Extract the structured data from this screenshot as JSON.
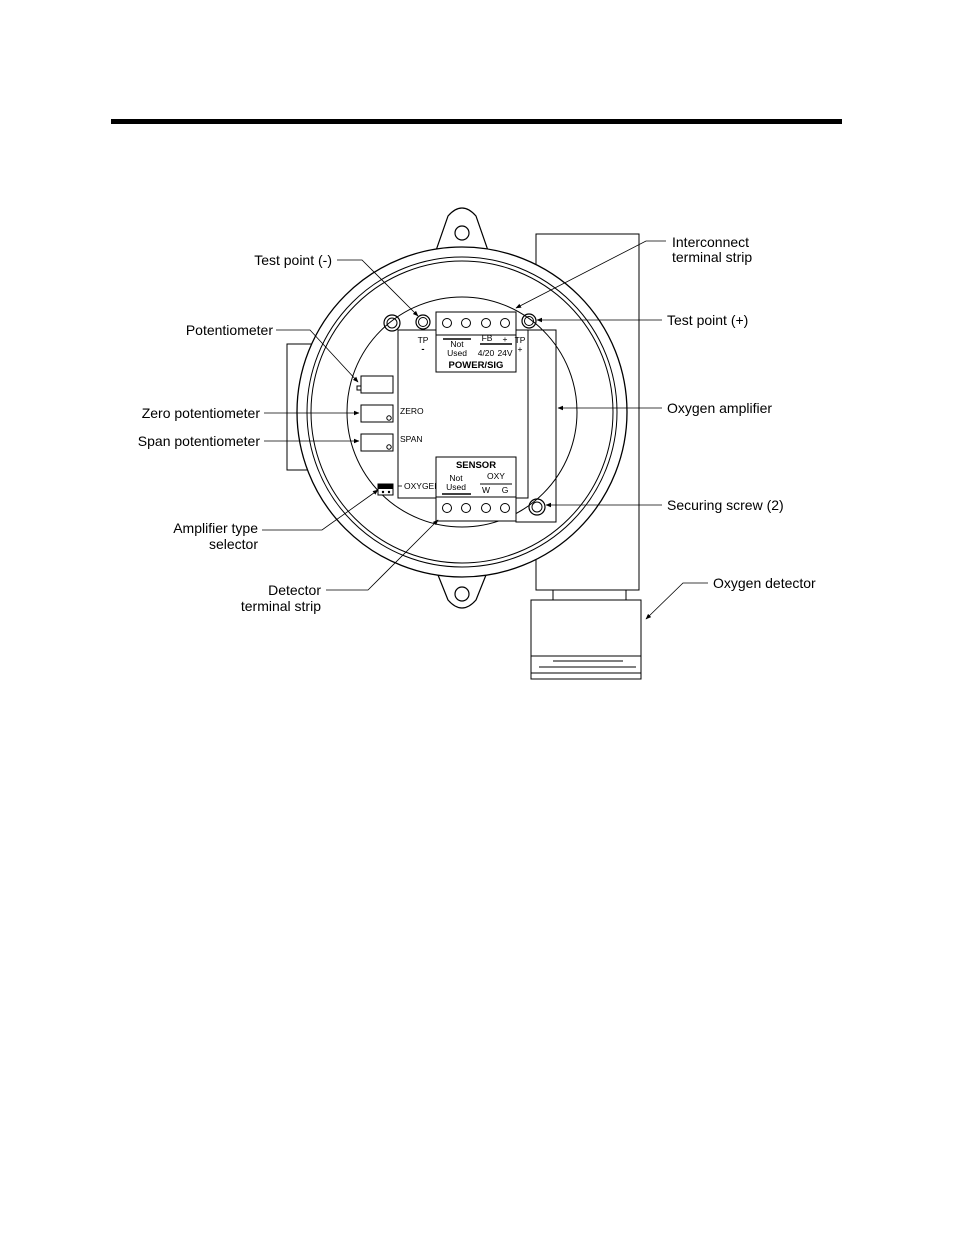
{
  "callouts": {
    "test_point_minus": "Test point (-)",
    "potentiometer": "Potentiometer",
    "zero_potentiometer": "Zero potentiometer",
    "span_potentiometer": "Span potentiometer",
    "amplifier_type_selector_1": "Amplifier type",
    "amplifier_type_selector_2": "selector",
    "detector_terminal_strip_1": "Detector",
    "detector_terminal_strip_2": "terminal strip",
    "interconnect_terminal_strip_1": "Interconnect",
    "interconnect_terminal_strip_2": "terminal strip",
    "test_point_plus": "Test point (+)",
    "oxygen_amplifier": "Oxygen amplifier",
    "securing_screw": "Securing screw (2)",
    "oxygen_detector": "Oxygen detector"
  },
  "board": {
    "tp_label_left": "TP",
    "tp_minus": "-",
    "tp_label_right": "TP",
    "tp_plus": "+",
    "zero_label": "ZERO",
    "span_label": "SPAN",
    "oxygen_label": "OXYGEN",
    "power_block": {
      "not_used_1": "Not",
      "not_used_2": "Used",
      "fb": "FB",
      "plus": "+",
      "v420": "4/20",
      "v24": "24V",
      "title": "POWER/SIG"
    },
    "sensor_block": {
      "title": "SENSOR",
      "not_used_1": "Not",
      "not_used_2": "Used",
      "oxy": "OXY",
      "w": "W",
      "g": "G"
    }
  }
}
